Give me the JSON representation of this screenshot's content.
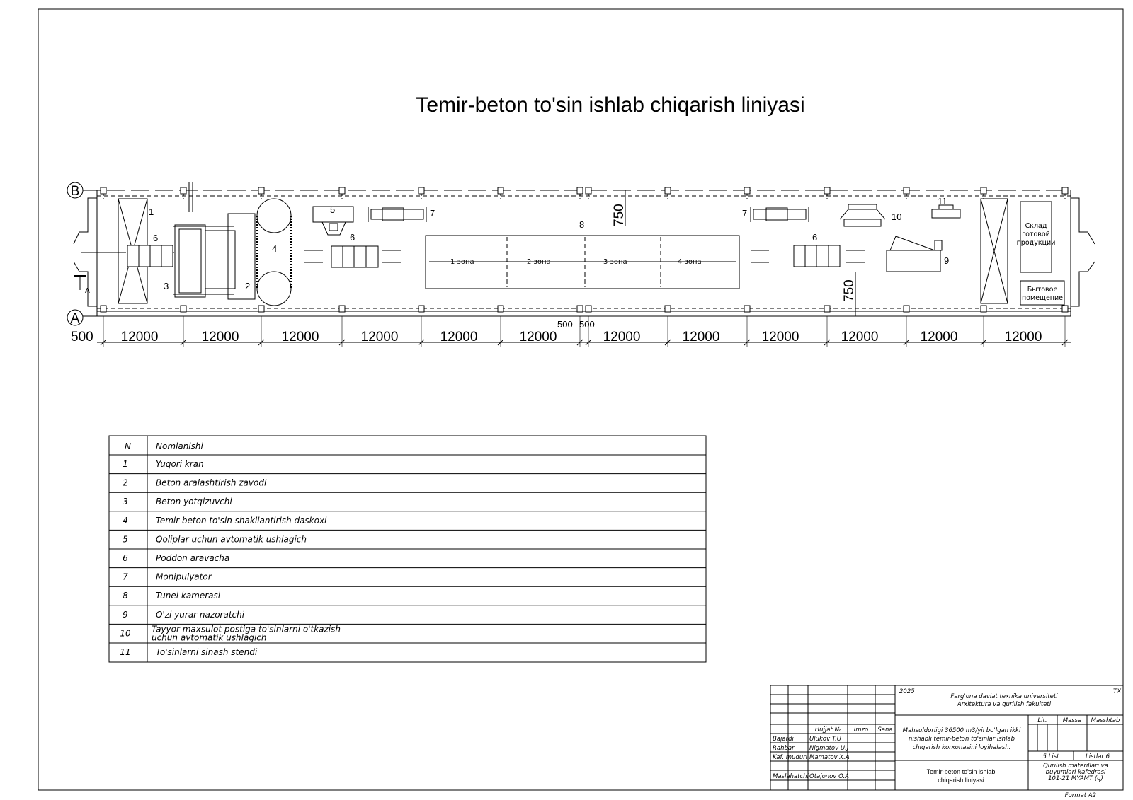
{
  "title": "Temir-beton to'sin ishlab chiqarish liniyasi",
  "axes": {
    "top": "B",
    "bottom": "A",
    "section": "A"
  },
  "dimensions": {
    "start": "500",
    "spans": [
      "12000",
      "12000",
      "12000",
      "12000",
      "12000",
      "12000",
      "12000",
      "12000",
      "12000",
      "12000",
      "12000",
      "12000"
    ],
    "joint_left": "500",
    "joint_right": "500",
    "vertical_top": "750",
    "vertical_bottom": "750"
  },
  "equipment_numbers": {
    "n1": "1",
    "n2": "2",
    "n3": "3",
    "n4": "4",
    "n5": "5",
    "n6a": "6",
    "n6b": "6",
    "n6c": "6",
    "n7a": "7",
    "n7b": "7",
    "n8": "8",
    "n9": "9",
    "n10": "10",
    "n11": "11"
  },
  "zones": [
    "1 зона",
    "2 зона",
    "3 зона",
    "4 зона"
  ],
  "rooms": {
    "warehouse": [
      "Склад",
      "готовой",
      "продукции"
    ],
    "utility": [
      "Бытовое",
      "помещение"
    ]
  },
  "legend": {
    "header": [
      "N",
      "Nomlanishi"
    ],
    "rows": [
      {
        "n": "1",
        "name": [
          "Yuqori kran"
        ]
      },
      {
        "n": "2",
        "name": [
          "Beton aralashtirish zavodi"
        ]
      },
      {
        "n": "3",
        "name": [
          "Beton yotqizuvchi"
        ]
      },
      {
        "n": "4",
        "name": [
          "Temir-beton to'sin shakllantirish daskoxi"
        ]
      },
      {
        "n": "5",
        "name": [
          "Qoliplar uchun avtomatik ushlagich"
        ]
      },
      {
        "n": "6",
        "name": [
          "Poddon aravacha"
        ]
      },
      {
        "n": "7",
        "name": [
          "Monipulyator"
        ]
      },
      {
        "n": "8",
        "name": [
          "Tunel kamerasi"
        ]
      },
      {
        "n": "9",
        "name": [
          "O'zi yurar nazoratchi"
        ]
      },
      {
        "n": "10",
        "name": [
          "Tayyor maxsulot postiga to'sinlarni o'tkazish",
          "uchun avtomatik ushlagich"
        ]
      },
      {
        "n": "11",
        "name": [
          "To'sinlarni sinash stendi"
        ]
      }
    ]
  },
  "stamp": {
    "year": "2025",
    "code": "TX",
    "org": [
      "Farg'ona davlat texnika universiteti",
      "Arxitektura va qurilish fakulteti"
    ],
    "headers": {
      "doc": "Hujjat №",
      "sign": "Imzo",
      "date": "Sana"
    },
    "people": [
      {
        "role": "Bajardi",
        "name": "Ulukov T.U"
      },
      {
        "role": "Rahbar",
        "name": "Nigmatov U.J"
      },
      {
        "role": "Kaf. muduri",
        "name": "Mamatov X.A"
      },
      {
        "role": "Maslahatchi",
        "name": "Otajonov O.A"
      }
    ],
    "project": [
      "Mahsuldorligi 36500 m3/yil bo'lgan ikki",
      "nishabli temir-beton to'sinlar ishlab",
      "chiqarish korxonasini loyihalash."
    ],
    "sheet_title": [
      "Temir-beton to'sin ishlab",
      "chiqarish liniyasi"
    ],
    "cols": {
      "lit": "Lit.",
      "mass": "Massa",
      "scale": "Masshtab"
    },
    "sheet": "5 List",
    "sheets": "Listlar 6",
    "dept": [
      "Qurilish materillari va",
      "buyumlari kafedrasi",
      "101-21 MYAMT (q)"
    ],
    "format": "Format A2"
  }
}
